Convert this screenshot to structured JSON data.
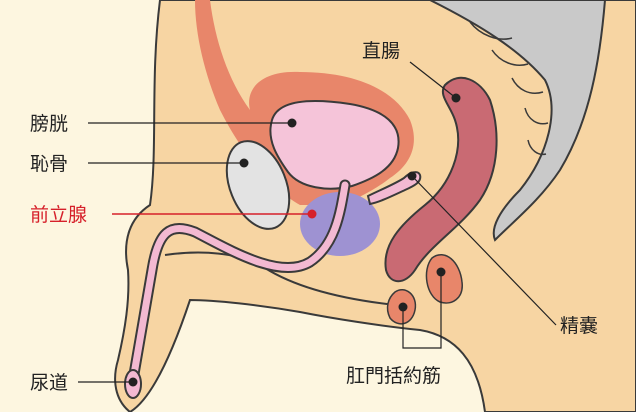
{
  "labels": {
    "rectum": "直腸",
    "bladder": "膀胱",
    "pubic_bone": "恥骨",
    "prostate": "前立腺",
    "urethra": "尿道",
    "seminal_vesicle": "精嚢",
    "anal_sphincter": "肛門括約筋"
  },
  "colors": {
    "background": "#fdf6e0",
    "body_fill": "#f7d5a3",
    "outline": "#3a3a3a",
    "tissue_orange": "#e8866a",
    "bladder_pink": "#f5c4d9",
    "urethra_pink": "#f3b9d2",
    "prostate_purple": "#9e92d2",
    "rectum_red": "#c96a73",
    "bone_gray": "#e3e3e3",
    "spine_gray": "#c9c9c9",
    "highlight_label": "#d6202a",
    "label_text": "#222222"
  }
}
